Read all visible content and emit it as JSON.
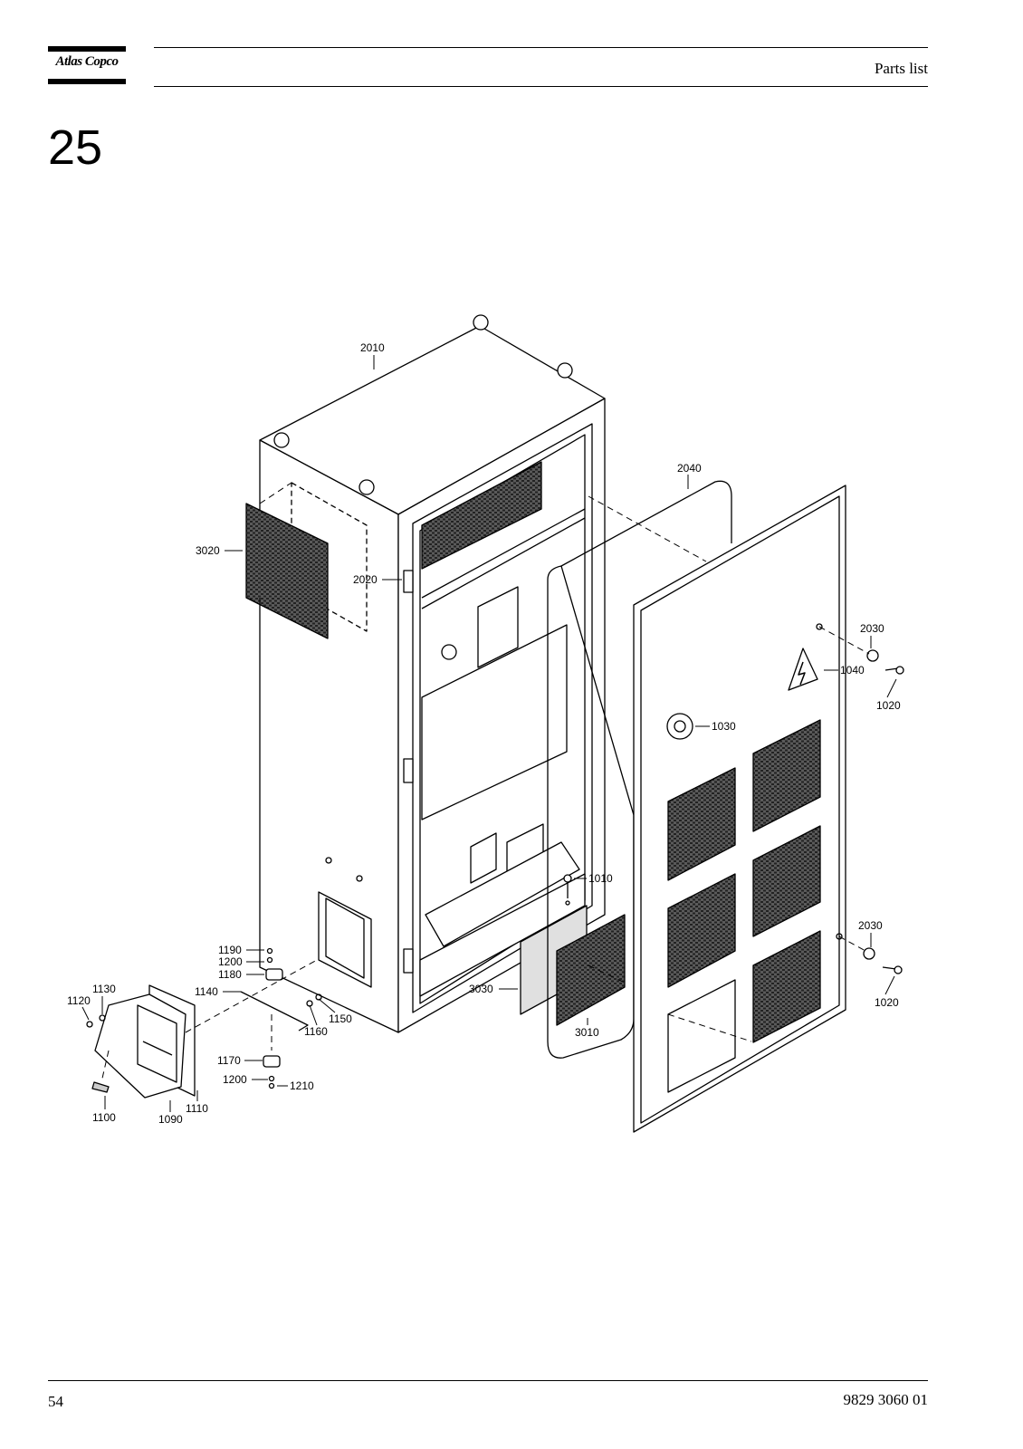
{
  "header": {
    "logo_text": "Atlas Copco",
    "title": "Parts list"
  },
  "section_number": "25",
  "part_labels": {
    "p1010": "1010",
    "p1020a": "1020",
    "p1020b": "1020",
    "p1030": "1030",
    "p1040": "1040",
    "p1090": "1090",
    "p1100": "1100",
    "p1110": "1110",
    "p1120": "1120",
    "p1130": "1130",
    "p1140": "1140",
    "p1150": "1150",
    "p1160": "1160",
    "p1170": "1170",
    "p1180": "1180",
    "p1190": "1190",
    "p1200a": "1200",
    "p1200b": "1200",
    "p1210": "1210",
    "p2010": "2010",
    "p2020": "2020",
    "p2030a": "2030",
    "p2030b": "2030",
    "p2040": "2040",
    "p3010": "3010",
    "p3020": "3020",
    "p3030": "3030"
  },
  "footer": {
    "page_number": "54",
    "document_number": "9829 3060 01"
  }
}
